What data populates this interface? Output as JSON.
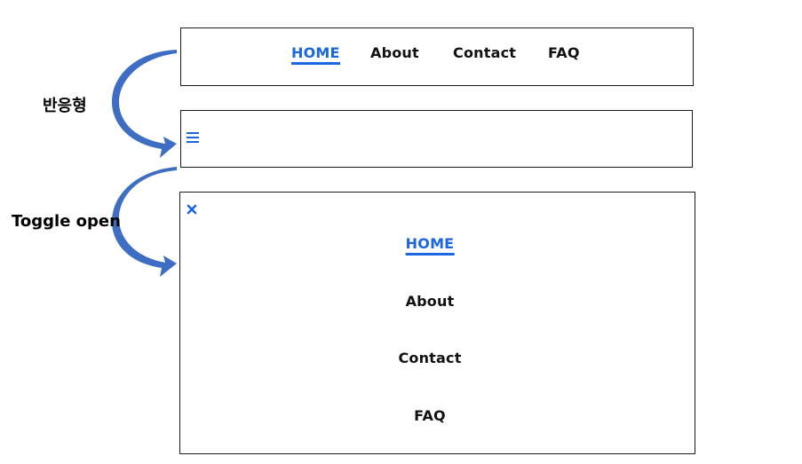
{
  "colors": {
    "accent": "#1a66e0",
    "arrow": "#3e6ec4",
    "text": "#111111",
    "border": "#1a1a1a"
  },
  "nav": {
    "home": "HOME",
    "about": "About",
    "contact": "Contact",
    "faq": "FAQ",
    "active": "home"
  },
  "steps": {
    "responsive_label": "반응형",
    "toggle_label": "Toggle open"
  },
  "icons": {
    "menu": "hamburger-menu-icon",
    "close": "close-x-icon",
    "arrow": "curved-arrow-icon"
  }
}
